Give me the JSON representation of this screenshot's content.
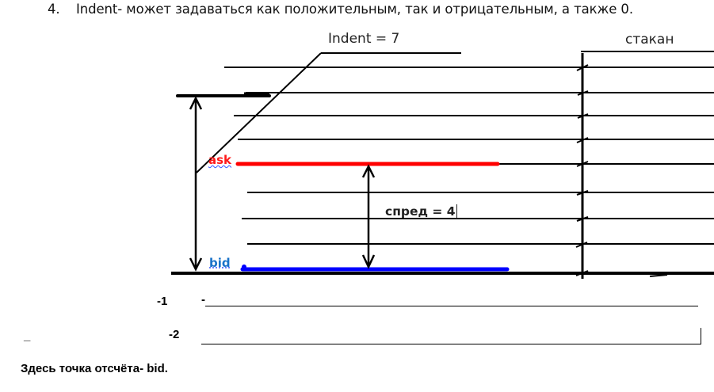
{
  "heading": {
    "number": "4.",
    "text": "Indent- может задаваться как положительным, так и отрицательным, а также 0."
  },
  "diagram": {
    "indent_label": "Indent = 7",
    "stakan_label": "стакан",
    "ask_label": "ask",
    "bid_label": "bid",
    "spread_label": "спред = 4",
    "colors": {
      "ask": "#ff0000",
      "bid": "#0000ff",
      "bid_text": "#1a73c9",
      "lines": "#000000"
    },
    "levels_y": [
      85,
      117,
      146,
      176,
      207,
      243,
      276,
      308,
      345
    ],
    "indent_value": 7,
    "spread_value": 4
  },
  "footer": {
    "row1_number": "-1",
    "row1_prefix": "-",
    "row2_dash": "_",
    "row2_number": "-2",
    "note": "Здесь точка отсчёта- bid."
  }
}
